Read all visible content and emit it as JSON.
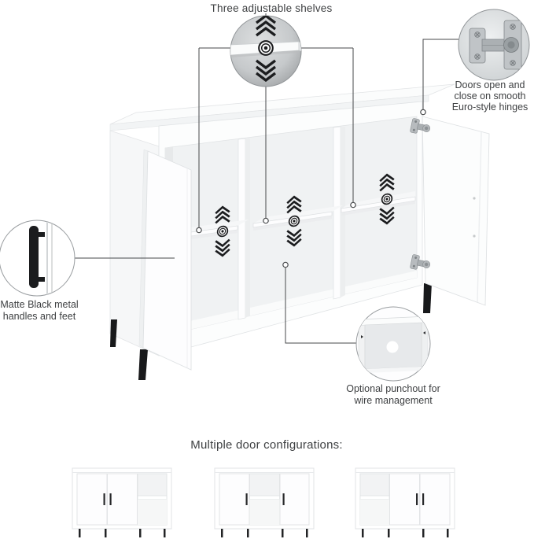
{
  "page": {
    "background": "#ffffff"
  },
  "colors": {
    "text": "#3e4042",
    "leader_line": "#47494b",
    "accent_black": "#1b1c1e",
    "cabinet_stroke": "#e0e3e5",
    "callout_border": "#8f9396",
    "callout_gray_fill": "#bcbfc1"
  },
  "icons": {
    "shelf_zoom": "adjustable-shelf-zoom-icon",
    "hinge_zoom": "euro-hinge-zoom-icon",
    "handle_zoom": "black-handle-zoom-icon",
    "punchout_zoom": "wire-punchout-zoom-icon",
    "shelf_pin": "shelf-pin-icon",
    "chevron_up": "chevron-up-icon",
    "chevron_down": "chevron-down-icon",
    "hinge": "euro-hinge-icon",
    "handle": "door-handle-icon",
    "leg": "cabinet-leg-icon"
  },
  "callouts": {
    "shelves": {
      "label": "Three adjustable shelves"
    },
    "hinges": {
      "lines": [
        "Doors open and",
        "close on smooth",
        "Euro-style hinges"
      ]
    },
    "handles": {
      "lines": [
        "Matte Black metal",
        "handles and feet"
      ]
    },
    "punchout": {
      "lines": [
        "Optional punchout for",
        "wire management"
      ]
    }
  },
  "footer": {
    "title": "Multiple door configurations:",
    "variants": [
      {
        "name": "doors-left-open-right"
      },
      {
        "name": "doors-sides-open-center"
      },
      {
        "name": "open-left-doors-right"
      }
    ]
  }
}
